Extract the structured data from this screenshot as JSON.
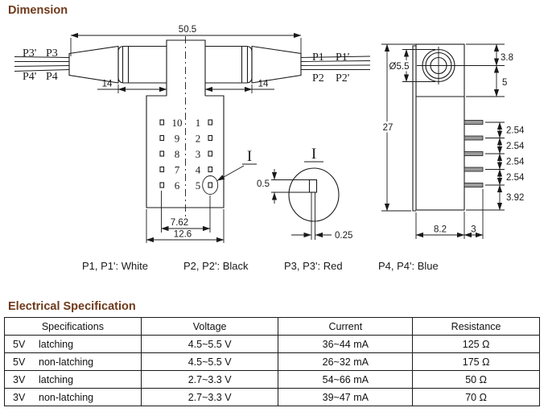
{
  "headings": {
    "dimension": "Dimension",
    "electrical": "Electrical Specification"
  },
  "front_view": {
    "ports": {
      "p3_prime": "P3'",
      "p3": "P3",
      "p4_prime": "P4'",
      "p4": "P4",
      "p1": "P1",
      "p1_prime": "P1'",
      "p2": "P2",
      "p2_prime": "P2'"
    },
    "dims": {
      "overall_length": "50.5",
      "left_section": "14",
      "right_section": "14",
      "pin_row_span": "7.62",
      "base_width": "12.6"
    },
    "pin_numbers_left": [
      "10",
      "9",
      "8",
      "7",
      "6"
    ],
    "pin_numbers_right": [
      "1",
      "2",
      "3",
      "4",
      "5"
    ],
    "detail_marker": "I"
  },
  "detail_view": {
    "marker": "I",
    "dims": {
      "pin_width": "0.5",
      "pin_thickness": "0.25"
    }
  },
  "side_view": {
    "dims": {
      "hole_diameter": "Ø5.5",
      "hole_top_offset": "3.8",
      "hole_center_offset": "5",
      "overall_height": "27",
      "pin_pitch": [
        "2.54",
        "2.54",
        "2.54",
        "2.54"
      ],
      "bottom_pin_offset": "3.92",
      "body_depth": "8.2",
      "pin_length": "3"
    }
  },
  "wire_legend": {
    "items": [
      {
        "ports": "P1, P1':",
        "color": "White"
      },
      {
        "ports": "P2, P2':",
        "color": "Black"
      },
      {
        "ports": "P3, P3':",
        "color": "Red"
      },
      {
        "ports": "P4, P4':",
        "color": "Blue"
      }
    ]
  },
  "spec_table": {
    "headers": [
      "Specifications",
      "Voltage",
      "Current",
      "Resistance"
    ],
    "rows": [
      {
        "voltage_class": "5V",
        "type": "latching",
        "voltage": "4.5~5.5 V",
        "current": "36~44 mA",
        "resistance": "125 Ω"
      },
      {
        "voltage_class": "5V",
        "type": "non-latching",
        "voltage": "4.5~5.5 V",
        "current": "26~32 mA",
        "resistance": "175 Ω"
      },
      {
        "voltage_class": "3V",
        "type": "latching",
        "voltage": "2.7~3.3 V",
        "current": "54~66 mA",
        "resistance": "50 Ω"
      },
      {
        "voltage_class": "3V",
        "type": "non-latching",
        "voltage": "2.7~3.3 V",
        "current": "39~47 mA",
        "resistance": "70 Ω"
      }
    ]
  },
  "colors": {
    "heading": "#6e3a1b",
    "line": "#1a1a1a",
    "pin_fill": "#9a9a9a"
  }
}
